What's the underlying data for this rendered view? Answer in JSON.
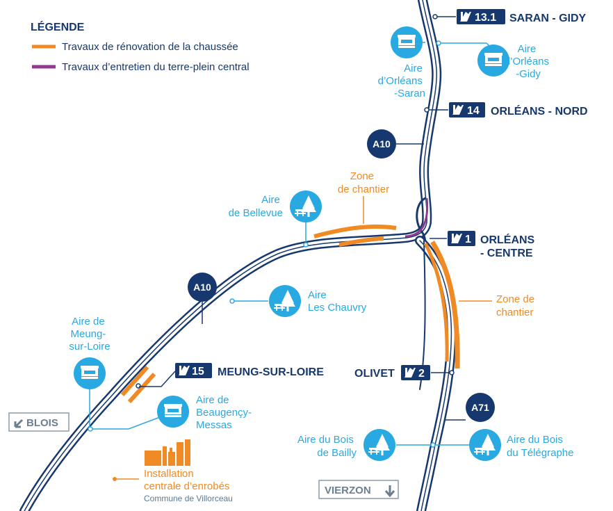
{
  "legend": {
    "title": "LÉGENDE",
    "items": [
      {
        "label": "Travaux de rénovation de la chaussée",
        "color": "#f08a24"
      },
      {
        "label": "Travaux d’entretien du terre-plein central",
        "color": "#8e3a8e"
      }
    ]
  },
  "colors": {
    "road": "#16386e",
    "rest_area": "#29a9e1",
    "works": "#f08a24",
    "median": "#8e3a8e",
    "direction": "#8a9bab"
  },
  "exits": [
    {
      "id": "13-1",
      "number": "13.1",
      "name": "SARAN - GIDY"
    },
    {
      "id": "14",
      "number": "14",
      "name": "ORLÉANS - NORD"
    },
    {
      "id": "1",
      "number": "1",
      "name_line1": "ORLÉANS",
      "name_line2": "- CENTRE"
    },
    {
      "id": "15",
      "number": "15",
      "name": "MEUNG-SUR-LOIRE"
    },
    {
      "id": "2",
      "number": "2",
      "name": "OLIVET"
    }
  ],
  "roads": {
    "a10_top": "A10",
    "a10_left": "A10",
    "a71": "A71"
  },
  "rest_areas": {
    "orleans_saran": {
      "lines": [
        "Aire",
        "d’Orléans",
        "-Saran"
      ],
      "icon": "service-building-icon"
    },
    "orleans_gidy": {
      "lines": [
        "Aire",
        "d’Orléans",
        "-Gidy"
      ],
      "icon": "service-building-icon"
    },
    "bellevue": {
      "lines": [
        "Aire",
        "de Bellevue"
      ],
      "icon": "picnic-tree-icon"
    },
    "chauvry": {
      "lines": [
        "Aire",
        "Les Chauvry"
      ],
      "icon": "picnic-tree-icon"
    },
    "meung": {
      "lines": [
        "Aire de",
        "Meung-",
        "sur-Loire"
      ],
      "icon": "service-building-icon"
    },
    "beaugency": {
      "lines": [
        "Aire de",
        "Beaugençy-",
        "Messas"
      ],
      "icon": "service-building-icon"
    },
    "bailly": {
      "lines": [
        "Aire du Bois",
        "de Bailly"
      ],
      "icon": "picnic-tree-icon"
    },
    "telegraphe": {
      "lines": [
        "Aire du Bois",
        "du Télégraphe"
      ],
      "icon": "picnic-tree-icon"
    }
  },
  "work_zones": {
    "zone_a10": {
      "lines": [
        "Zone",
        "de chantier"
      ]
    },
    "zone_a71": {
      "lines": [
        "Zone de",
        "chantier"
      ]
    }
  },
  "plant": {
    "line1": "Installation",
    "line2": "centrale d’enrobés",
    "commune": "Commune de Villorceau",
    "icon": "asphalt-plant-icon"
  },
  "directions": {
    "blois": "BLOIS",
    "vierzon": "VIERZON"
  }
}
